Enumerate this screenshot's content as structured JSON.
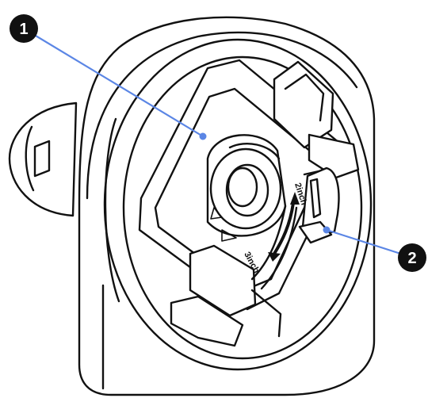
{
  "callouts": [
    {
      "number": "1"
    },
    {
      "number": "2"
    }
  ],
  "size_labels": {
    "two_inch": "2inch",
    "three_inch": "3inch"
  },
  "colors": {
    "callout_line": "#5b86e5",
    "outline": "#111111",
    "badge_fill": "#111111",
    "badge_text": "#ffffff"
  }
}
